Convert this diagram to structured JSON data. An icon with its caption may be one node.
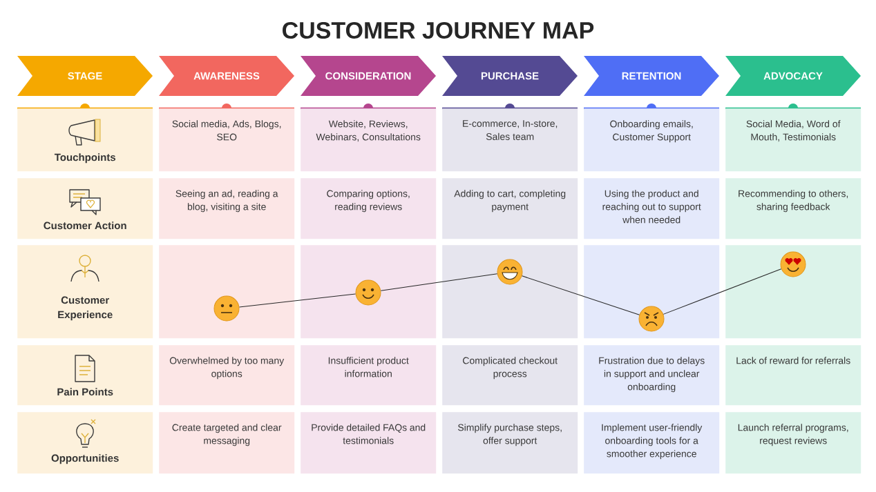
{
  "diagram": {
    "title": "CUSTOMER JOURNEY MAP",
    "nodes": [
      {
        "text": [
          "STAGE"
        ]
      },
      {
        "text": [
          "AWARENESS"
        ]
      },
      {
        "text": [
          "CONSIDERATION"
        ]
      },
      {
        "text": [
          "PURCHASE"
        ]
      },
      {
        "text": [
          "RETENTION"
        ]
      },
      {
        "text": [
          "ADVOCACY"
        ]
      },
      {
        "text": [
          "Touchpoints"
        ]
      },
      {
        "text": [
          "Social media, Ads, Blogs, SEO"
        ]
      },
      {
        "text": [
          "Website, Reviews, Webinars, Consultations"
        ]
      },
      {
        "text": [
          "E-commerce, In-store, Sales team"
        ]
      },
      {
        "text": [
          "Onboarding emails, Customer Support"
        ]
      },
      {
        "text": [
          "Social Media, Word of Mouth, Testimonials"
        ]
      },
      {
        "text": [
          "Customer Action"
        ]
      },
      {
        "text": [
          "Seeing an ad, reading a blog, visiting a site"
        ]
      },
      {
        "text": [
          "Comparing options, reading reviews"
        ]
      },
      {
        "text": [
          "Adding to cart, completing payment"
        ]
      },
      {
        "text": [
          "Using the product and reaching out to support when needed"
        ]
      },
      {
        "text": [
          "Recommending to others, sharing feedback"
        ]
      },
      {
        "text": [
          "Customer Experience"
        ]
      },
      {
        "text": [],
        "shape": "box"
      },
      {
        "text": [],
        "shape": "circle",
        "in": 19
      },
      {
        "text": [],
        "shape": "box"
      },
      {
        "text": [],
        "shape": "circle",
        "in": 21
      },
      {
        "text": [],
        "shape": "box"
      },
      {
        "text": [],
        "shape": "circle",
        "in": 23
      },
      {
        "text": [],
        "shape": "box"
      },
      {
        "text": [],
        "shape": "circle",
        "in": 25
      },
      {
        "text": [],
        "shape": "box"
      },
      {
        "text": [],
        "shape": "circle",
        "in": 27
      },
      {
        "text": [
          "Pain Points"
        ]
      },
      {
        "text": [
          "Overwhelmed by too many options"
        ]
      },
      {
        "text": [
          "Insufficient product information"
        ]
      },
      {
        "text": [
          "Complicated checkout process"
        ]
      },
      {
        "text": [
          "Frustration due to delays in support and unclear onboarding"
        ]
      },
      {
        "text": [
          "Lack of reward for referrals"
        ]
      },
      {
        "text": [
          "Opportunities"
        ]
      },
      {
        "text": [
          "Create targeted and clear messaging"
        ]
      },
      {
        "text": [
          "Provide detailed FAQs and testimonials"
        ]
      },
      {
        "text": [
          "Simplify purchase steps, offer support"
        ]
      },
      {
        "text": [
          "Implement user-friendly onboarding tools for a smoother experience"
        ]
      },
      {
        "text": [
          "Launch referral programs, request reviews"
        ]
      }
    ],
    "edges": [
      {
        "from": 20,
        "to": 22,
        "arrow": "none"
      },
      {
        "from": 22,
        "to": 24,
        "arrow": "none"
      },
      {
        "from": 24,
        "to": 26,
        "arrow": "none"
      },
      {
        "from": 26,
        "to": 28,
        "arrow": "none"
      }
    ]
  }
}
